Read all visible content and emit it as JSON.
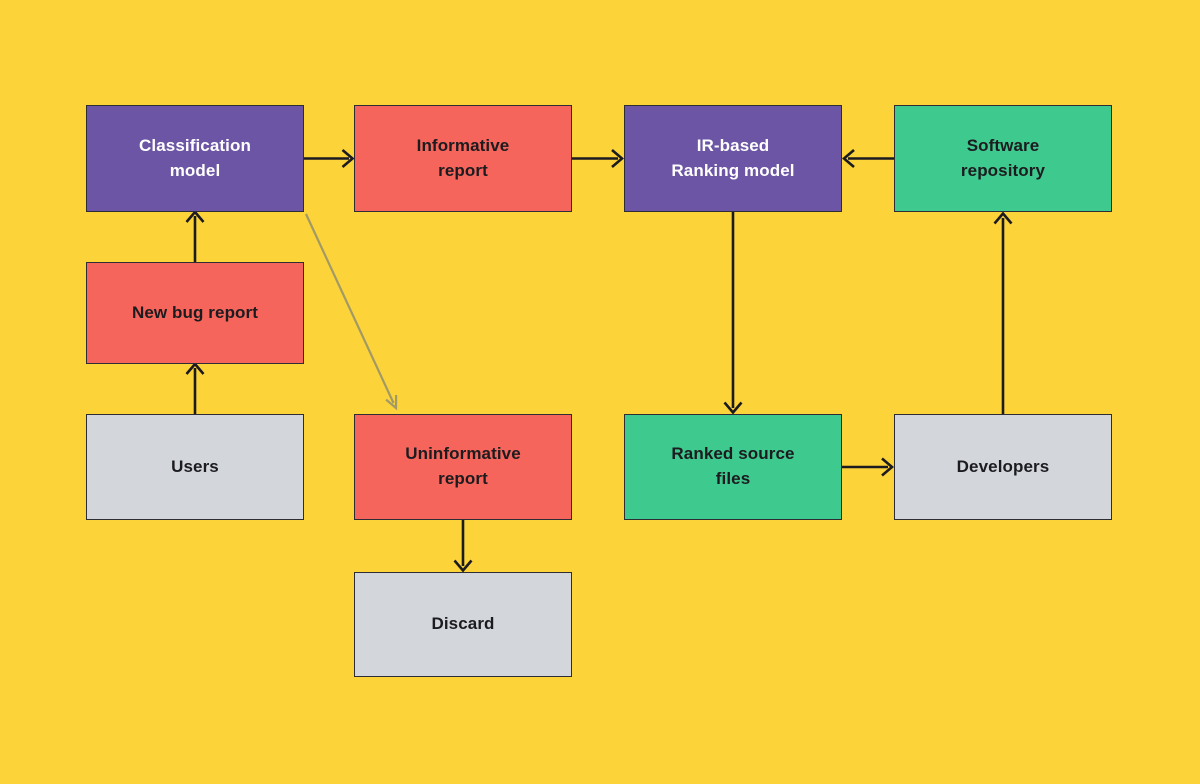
{
  "palette": {
    "canvas_background": "#FDD33A",
    "node_purple": "#6C55A4",
    "node_coral": "#F5655B",
    "node_green": "#3EC98E",
    "node_gray": "#D3D7DC",
    "node_border": "#2E2C34",
    "arrow_primary": "#1C1B1F",
    "arrow_secondary": "#A19A65",
    "text_dark": "#1C1B1F",
    "text_light": "#FFFFFF"
  },
  "diagram": {
    "nodes": [
      {
        "id": "classification-model",
        "label": "Classification\nmodel",
        "fill": "node_purple",
        "text_color": "text_light"
      },
      {
        "id": "informative-report",
        "label": "Informative\nreport",
        "fill": "node_coral",
        "text_color": "text_dark"
      },
      {
        "id": "ir-based-ranking-model",
        "label": "IR-based\nRanking model",
        "fill": "node_purple",
        "text_color": "text_light"
      },
      {
        "id": "software-repository",
        "label": "Software\nrepository",
        "fill": "node_green",
        "text_color": "text_dark"
      },
      {
        "id": "new-bug-report",
        "label": "New bug report",
        "fill": "node_coral",
        "text_color": "text_dark"
      },
      {
        "id": "users",
        "label": "Users",
        "fill": "node_gray",
        "text_color": "text_dark"
      },
      {
        "id": "uninformative-report",
        "label": "Uninformative\nreport",
        "fill": "node_coral",
        "text_color": "text_dark"
      },
      {
        "id": "ranked-source-files",
        "label": "Ranked source\nfiles",
        "fill": "node_green",
        "text_color": "text_dark"
      },
      {
        "id": "developers",
        "label": "Developers",
        "fill": "node_gray",
        "text_color": "text_dark"
      },
      {
        "id": "discard",
        "label": "Discard",
        "fill": "node_gray",
        "text_color": "text_dark"
      }
    ],
    "edges": [
      {
        "from": "users",
        "to": "new-bug-report",
        "style": "arrow_primary"
      },
      {
        "from": "new-bug-report",
        "to": "classification-model",
        "style": "arrow_primary"
      },
      {
        "from": "classification-model",
        "to": "informative-report",
        "style": "arrow_primary"
      },
      {
        "from": "classification-model",
        "to": "uninformative-report",
        "style": "arrow_secondary"
      },
      {
        "from": "informative-report",
        "to": "ir-based-ranking-model",
        "style": "arrow_primary"
      },
      {
        "from": "software-repository",
        "to": "ir-based-ranking-model",
        "style": "arrow_primary"
      },
      {
        "from": "ir-based-ranking-model",
        "to": "ranked-source-files",
        "style": "arrow_primary"
      },
      {
        "from": "ranked-source-files",
        "to": "developers",
        "style": "arrow_primary"
      },
      {
        "from": "developers",
        "to": "software-repository",
        "style": "arrow_primary"
      },
      {
        "from": "uninformative-report",
        "to": "discard",
        "style": "arrow_primary"
      }
    ]
  }
}
